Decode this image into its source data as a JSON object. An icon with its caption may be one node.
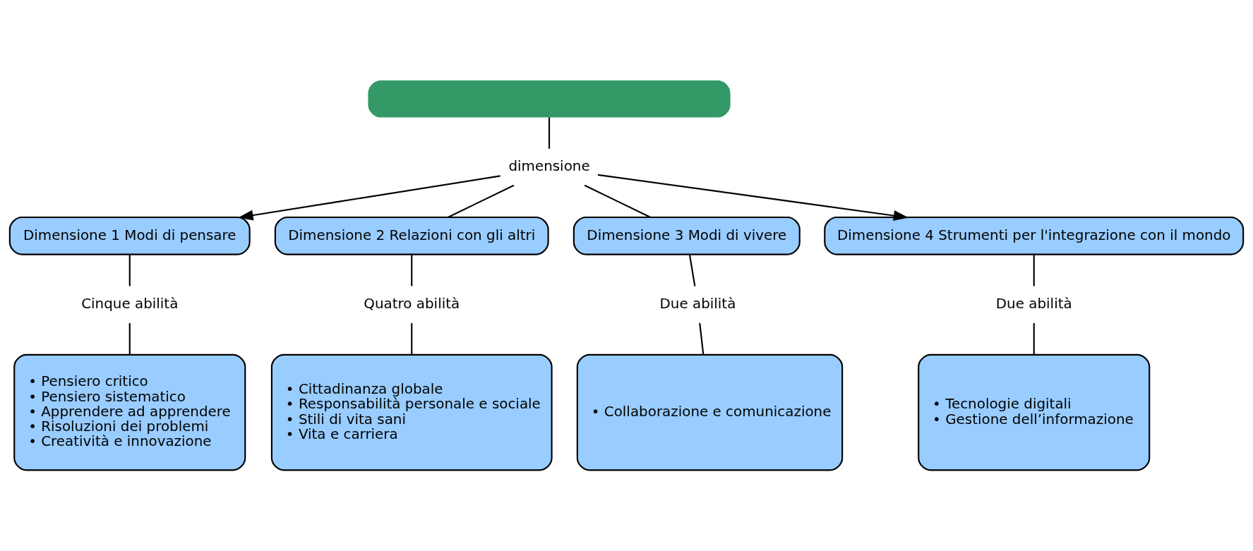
{
  "diagram": {
    "nodes": [
      {
        "text": [],
        "shape": "box"
      },
      {
        "text": [
          "dimensione"
        ]
      },
      {
        "text": [
          "Dimensione 1 Modi di pensare"
        ]
      },
      {
        "text": [
          "Dimensione 2 Relazioni con gli altri"
        ]
      },
      {
        "text": [
          "Dimensione 3 Modi di vivere"
        ]
      },
      {
        "text": [
          "Dimensione 4 Strumenti per l'integrazione con il mondo"
        ]
      },
      {
        "text": [
          "Cinque abilità"
        ]
      },
      {
        "text": [
          "Quatro abilità"
        ]
      },
      {
        "text": [
          "Due abilità"
        ]
      },
      {
        "text": [
          "Due abilità"
        ]
      },
      {
        "text": [
          "• Pensiero critico",
          "• Pensiero sistematico",
          "• Apprendere ad apprendere",
          "• Risoluzioni dei problemi",
          "• Creatività e innovazione"
        ]
      },
      {
        "text": [
          "• Cittadinanza globale",
          "• Responsabilità personale e sociale",
          "• Stili di vita sani",
          "• Vita e carriera"
        ]
      },
      {
        "text": [
          "• Collaborazione e comunicazione"
        ]
      },
      {
        "text": [
          "• Tecnologie digitali",
          "• Gestione dell’informazione"
        ]
      }
    ],
    "edges": [
      {
        "from": 0,
        "to": 1,
        "arrow": "none"
      },
      {
        "from": 1,
        "to": 2,
        "arrow": "to"
      },
      {
        "from": 1,
        "to": 3,
        "arrow": "none"
      },
      {
        "from": 1,
        "to": 4,
        "arrow": "none"
      },
      {
        "from": 1,
        "to": 5,
        "arrow": "to"
      },
      {
        "from": 2,
        "to": 6,
        "arrow": "none"
      },
      {
        "from": 6,
        "to": 10,
        "arrow": "none"
      },
      {
        "from": 3,
        "to": 7,
        "arrow": "none"
      },
      {
        "from": 7,
        "to": 11,
        "arrow": "none"
      },
      {
        "from": 4,
        "to": 8,
        "arrow": "none"
      },
      {
        "from": 8,
        "to": 12,
        "arrow": "none"
      },
      {
        "from": 5,
        "to": 9,
        "arrow": "none"
      },
      {
        "from": 9,
        "to": 13,
        "arrow": "none"
      }
    ]
  }
}
